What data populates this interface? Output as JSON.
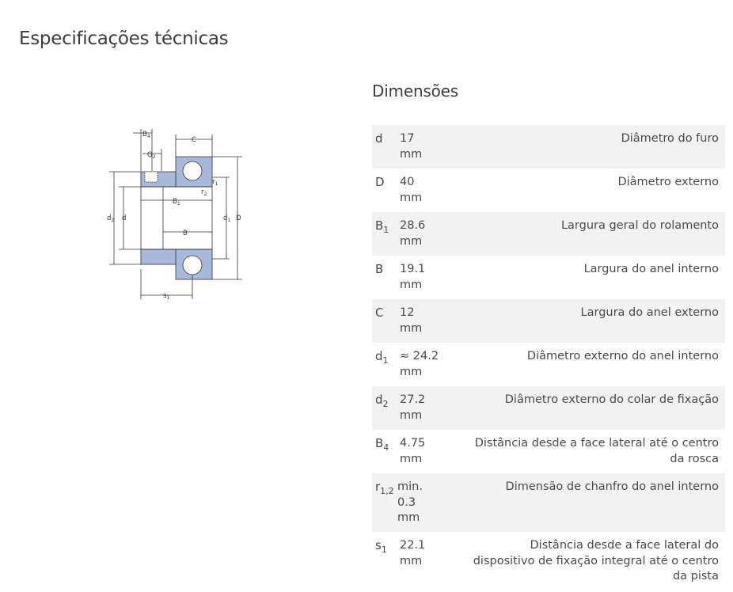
{
  "page": {
    "title": "Especificações técnicas"
  },
  "section": {
    "title": "Dimensões"
  },
  "diagram": {
    "labels": {
      "B4": "B",
      "B4_sub": "4",
      "G2": "G",
      "G2_sub": "2",
      "C": "C",
      "r1": "r",
      "r1_sub": "1",
      "r2": "r",
      "r2_sub": "2",
      "B1": "B",
      "B1_sub": "1",
      "B": "B",
      "d2": "d",
      "d2_sub": "2",
      "d": "d",
      "d1": "d",
      "d1_sub": "1",
      "D": "D",
      "s1": "s",
      "s1_sub": "1"
    },
    "colors": {
      "ring": "#a9b9dc",
      "outline": "#333333"
    }
  },
  "rows": [
    {
      "sym": "d",
      "sub": "",
      "value": "17",
      "unit": "mm",
      "desc": "Diâmetro do furo"
    },
    {
      "sym": "D",
      "sub": "",
      "value": "40",
      "unit": "mm",
      "desc": "Diâmetro externo"
    },
    {
      "sym": "B",
      "sub": "1",
      "value": "28.6",
      "unit": "mm",
      "desc": "Largura geral do rolamento"
    },
    {
      "sym": "B",
      "sub": "",
      "value": "19.1",
      "unit": "mm",
      "desc": "Largura do anel interno"
    },
    {
      "sym": "C",
      "sub": "",
      "value": "12",
      "unit": "mm",
      "desc": "Largura do anel externo"
    },
    {
      "sym": "d",
      "sub": "1",
      "value": "≈ 24.2",
      "unit": "mm",
      "desc": "Diâmetro externo do anel interno"
    },
    {
      "sym": "d",
      "sub": "2",
      "value": "27.2",
      "unit": "mm",
      "desc": "Diâmetro externo do colar de fixação"
    },
    {
      "sym": "B",
      "sub": "4",
      "value": "4.75",
      "unit": "mm",
      "desc": "Distância desde a face lateral até o centro da rosca"
    },
    {
      "sym": "r",
      "sub": "1,2",
      "value": "min. 0.3",
      "unit": "mm",
      "desc": "Dimensão de chanfro do anel interno"
    },
    {
      "sym": "s",
      "sub": "1",
      "value": "22.1",
      "unit": "mm",
      "desc": "Distância desde a face lateral do dispositivo de fixação integral até o centro da pista"
    }
  ]
}
